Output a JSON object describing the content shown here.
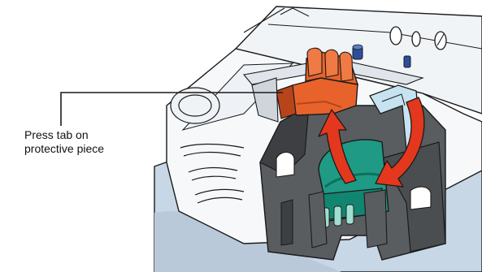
{
  "callout": {
    "line1": "Press tab on",
    "line2": "protective piece"
  },
  "palette": {
    "outline": "#1a1a1a",
    "printer_body": "#e9eef3",
    "printer_shadow": "#b9c4cf",
    "floor_blue": "#c8d7e6",
    "bracket_gray": "#5a5d60",
    "bracket_dark": "#3d3f42",
    "protective_orange": "#e8632b",
    "protective_orange_dark": "#b8441b",
    "cartridge_green": "#1f9a84",
    "cartridge_green_dark": "#0f6f5e",
    "arrow_red": "#e3371e",
    "latch_blue": "#c7e3f1",
    "screw_blue": "#2b4f9e"
  },
  "icons": [
    "printer-illustration",
    "protective-piece",
    "ink-cartridge",
    "cartridge-holder",
    "rotation-arrow"
  ]
}
